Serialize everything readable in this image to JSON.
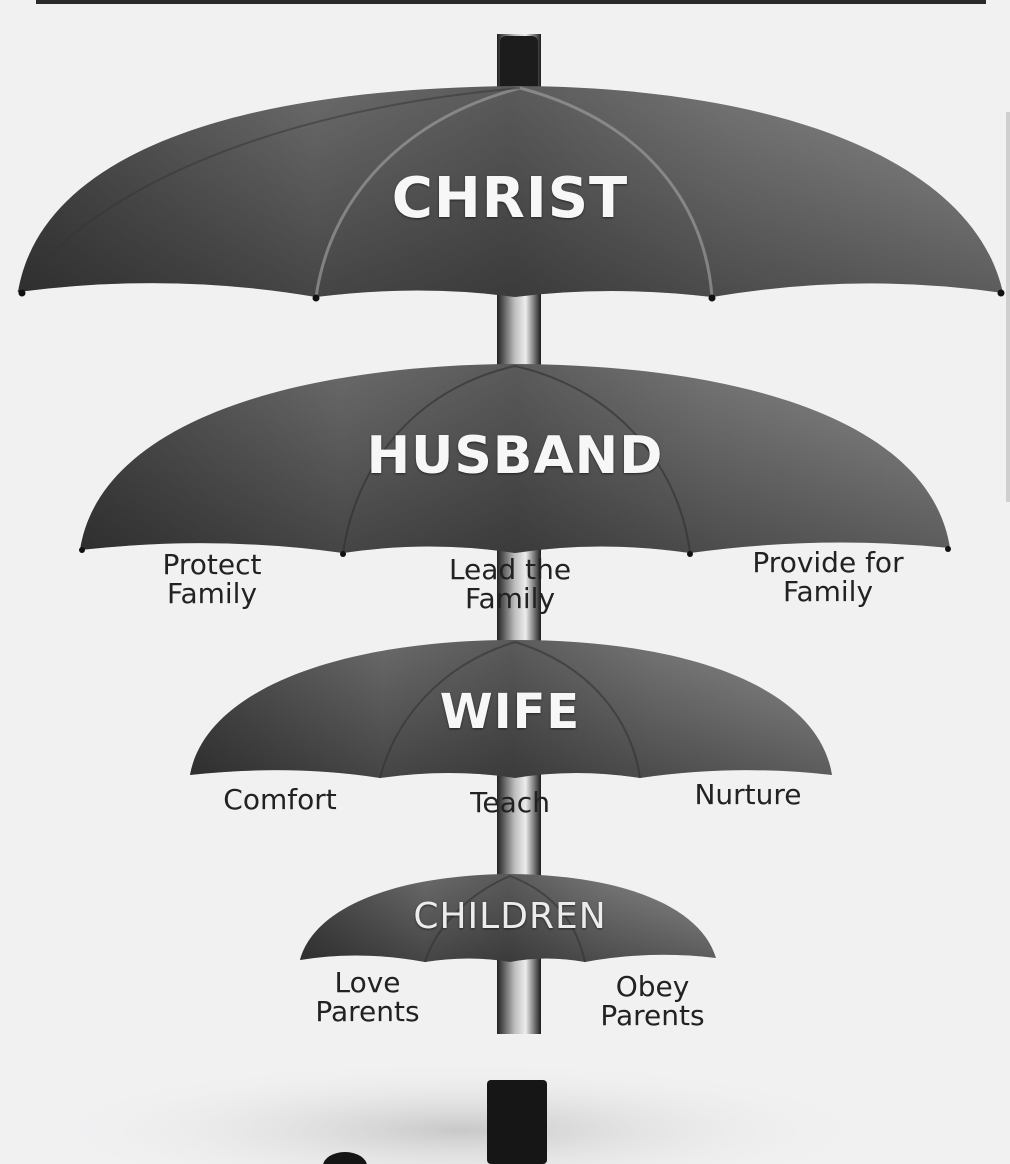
{
  "diagram": {
    "umbrellas": [
      {
        "title": "CHRIST",
        "duties": []
      },
      {
        "title": "HUSBAND",
        "duties": [
          {
            "line1": "Protect",
            "line2": "Family"
          },
          {
            "line1": "Lead the",
            "line2": "Family"
          },
          {
            "line1": "Provide for",
            "line2": "Family"
          }
        ]
      },
      {
        "title": "WIFE",
        "duties": [
          {
            "line1": "Comfort",
            "line2": ""
          },
          {
            "line1": "Teach",
            "line2": ""
          },
          {
            "line1": "Nurture",
            "line2": ""
          }
        ]
      },
      {
        "title": "CHILDREN",
        "duties": [
          {
            "line1": "Love",
            "line2": "Parents"
          },
          {
            "line1": "Obey",
            "line2": "Parents"
          }
        ]
      }
    ],
    "colors": {
      "canopy_dark": "#3d3d3d",
      "canopy_light": "#8a8a8a",
      "shaft": "#1c1c1c",
      "background": "#f1f1f2"
    }
  }
}
